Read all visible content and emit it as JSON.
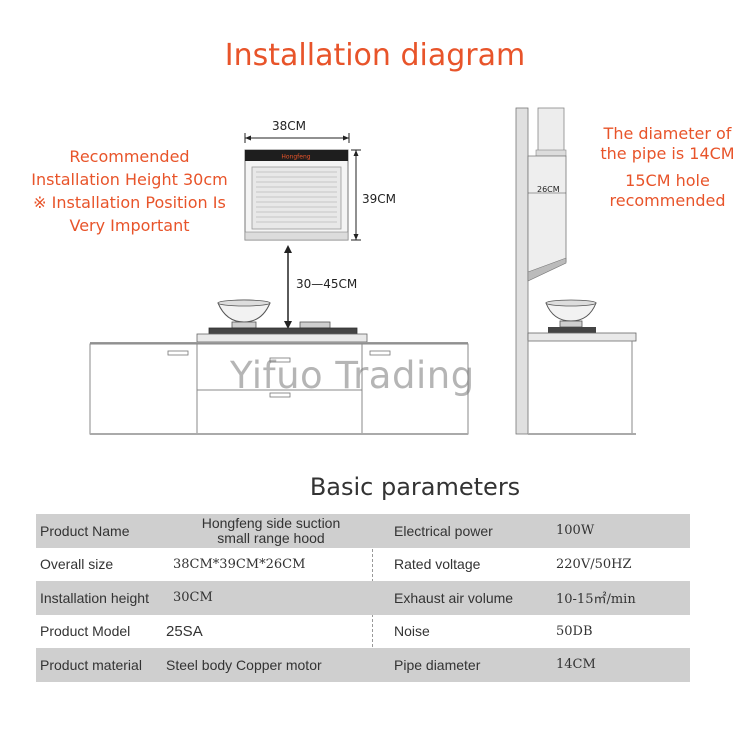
{
  "title": "Installation diagram",
  "left_note": {
    "line1": "Recommended",
    "line2": "Installation Height 30cm",
    "line3": "※ Installation Position Is",
    "line4": "Very Important"
  },
  "right_note": {
    "pipe_line1": "The diameter of",
    "pipe_line2": "the pipe is 14CM",
    "hole_line1": "15CM hole",
    "hole_line2": "recommended"
  },
  "dimensions": {
    "width": "38CM",
    "height": "39CM",
    "gap": "30—45CM",
    "depth": "26CM"
  },
  "hood_badge": "Hongfeng",
  "watermark": "Yifuo Trading",
  "section_title": "Basic parameters",
  "params": [
    {
      "label": "Product Name",
      "value": "",
      "value_line1": "Hongfeng side suction",
      "value_line2": "small range hood",
      "label2": "Electrical power",
      "value2": "100W"
    },
    {
      "label": "Overall size",
      "value": "38CM*39CM*26CM",
      "label2": "Rated voltage",
      "value2": "220V/50HZ"
    },
    {
      "label": "Installation height",
      "value": "30CM",
      "label2": "Exhaust air volume",
      "value2": "10-15㎡/min"
    },
    {
      "label": "Product Model",
      "value": "25SA",
      "label2": "Noise",
      "value2": "50DB"
    },
    {
      "label": "Product material",
      "value": "Steel body Copper motor",
      "label2": "Pipe diameter",
      "value2": "14CM"
    }
  ],
  "colors": {
    "accent": "#e8542a",
    "row_shade": "#cfcfcf"
  }
}
